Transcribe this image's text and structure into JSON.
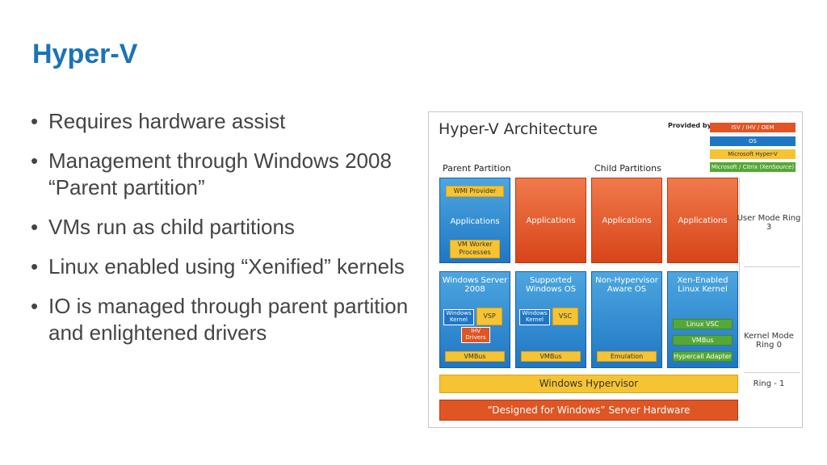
{
  "slide": {
    "title": "Hyper-V",
    "bullets": [
      "Requires hardware assist",
      "Management through Windows 2008 “Parent partition”",
      "VMs run as child partitions",
      "Linux enabled using “Xenified” kernels",
      "IO is managed through parent partition and enlightened drivers"
    ]
  },
  "diagram": {
    "title": "Hyper-V Architecture",
    "provided_by": "Provided by:",
    "legend": [
      {
        "label": "ISV / IHV / OEM",
        "color": "#e05524"
      },
      {
        "label": "OS",
        "color": "#1f77c4"
      },
      {
        "label": "Microsoft Hyper-V",
        "color": "#f6c433"
      },
      {
        "label": "Microsoft / Citrix (XenSource)",
        "color": "#55a836"
      }
    ],
    "parent_label": "Parent Partition",
    "child_label": "Child Partitions",
    "user": {
      "wmi": "WMI Provider",
      "apps": "Applications",
      "vm_worker": "VM Worker Processes"
    },
    "rings": {
      "user": "User Mode Ring 3",
      "kernel": "Kernel Mode Ring 0",
      "minus1": "Ring - 1"
    },
    "kernel": {
      "col1": {
        "title": "Windows Server 2008",
        "win_kernel": "Windows Kernel",
        "vsp": "VSP",
        "ihv": "IHV Drivers",
        "vmbus": "VMBus"
      },
      "col2": {
        "title": "Supported Windows OS",
        "win_kernel": "Windows Kernel",
        "vsc": "VSC",
        "vmbus": "VMBus"
      },
      "col3": {
        "title": "Non-Hypervisor Aware OS",
        "emulation": "Emulation"
      },
      "col4": {
        "title": "Xen-Enabled Linux Kernel",
        "linux_vsc": "Linux VSC",
        "vmbus": "VMBus",
        "hypercall": "Hypercall Adapter"
      }
    },
    "hypervisor": "Windows Hypervisor",
    "hardware": "“Designed for Windows” Server Hardware"
  }
}
